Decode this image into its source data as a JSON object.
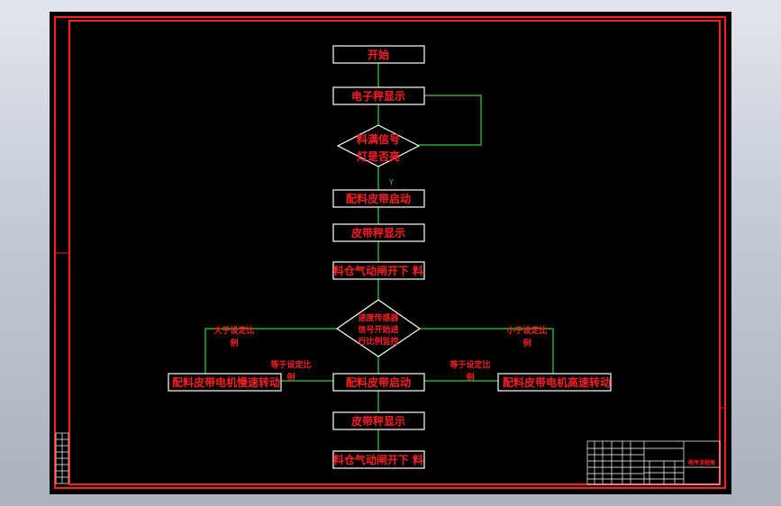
{
  "flowchart": {
    "start": "开始",
    "e_scale": "电子秤显示",
    "cond1_line1": "料满信号",
    "cond1_line2": "灯是否亮",
    "yes_label": "Y",
    "belt_start": "配料皮带启动",
    "belt_scale": "皮带秤显示",
    "gate_open": "料仓气动闸开下 料",
    "cond2_line1": "速度传感器",
    "cond2_line2": "信号开始进",
    "cond2_line3": "行比例监控",
    "greater_line1": "大于设定比",
    "greater_line2": "例",
    "less_line1": "小于设定比",
    "less_line2": "例",
    "eq_left_line1": "等于设定比",
    "eq_left_line2": "例",
    "eq_right_line1": "等于设定比",
    "eq_right_line2": "例",
    "slow": "配料皮带电机慢速转动",
    "belt_start2": "配料皮带启动",
    "fast": "配料皮带电机高速转动",
    "belt_scale2": "皮带秤显示",
    "gate_open2": "料仓气动闸开下 料"
  },
  "title_block": {
    "drawing_name": "程序流程图"
  },
  "colors": {
    "frame": "#ff1f1f",
    "box": "#ffffff",
    "connector": "#2fd12f",
    "text": "#ff1f1f",
    "background": "#000000"
  }
}
